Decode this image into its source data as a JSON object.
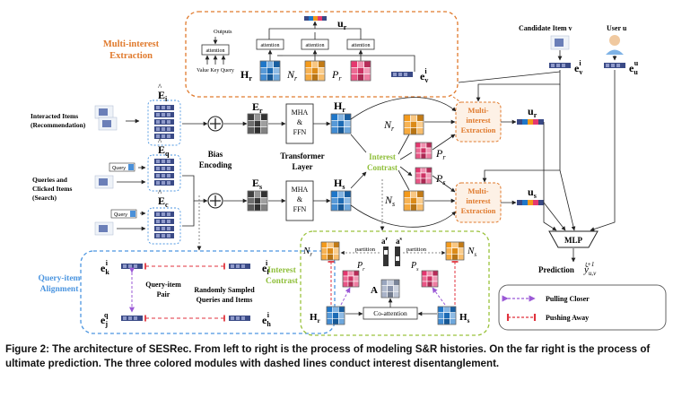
{
  "labels": {
    "multi_interest_extraction_title": [
      "Multi-interest",
      "Extraction"
    ],
    "outputs": "Outputs",
    "attention": "attention",
    "value_key_query": "Value Key Query",
    "u_r": "u",
    "H_r": "H",
    "N_r": "N",
    "P_r": "P",
    "e_v_i": "e",
    "candidate_item": "Candidate Item v",
    "user_u": "User u",
    "e_v_i_right": "e",
    "e_u_u": "e",
    "interacted_items": [
      "Interacted Items",
      "(Recommendation)"
    ],
    "queries_clicked": [
      "Queries and",
      "Clicked Items",
      "(Search)"
    ],
    "query_chip": "Query",
    "E_i": "E",
    "E_q": "E",
    "E_c": "E",
    "bias_encoding": [
      "Bias",
      "Encoding"
    ],
    "E_r": "E",
    "E_s": "E",
    "mha_ffn": [
      "MHA",
      "&",
      "FFN"
    ],
    "transformer_layer": [
      "Transformer",
      "Layer"
    ],
    "H_s": "H",
    "interest_contrast_mid": [
      "Interest",
      "Contrast"
    ],
    "N_s": "N",
    "P_s": "P",
    "multi_interest_box": [
      "Multi-",
      "interest",
      "Extraction"
    ],
    "u_s": "u",
    "mlp": "MLP",
    "prediction": "Prediction",
    "y_hat": "ŷ",
    "query_item_alignment": [
      "Query-item",
      "Alignment"
    ],
    "query_item_pair": [
      "Query-item",
      "Pair"
    ],
    "randomly_sampled": [
      "Randomly Sampled",
      "Queries and Items"
    ],
    "e_k_i": "e",
    "e_j_q": "e",
    "e_f_i": "e",
    "e_h_i": "e",
    "interest_contrast_bottom": [
      "Interest",
      "Contrast"
    ],
    "partition": "partition",
    "a_r": "a",
    "a_s": "a",
    "A": "A",
    "co_attention": "Co-attention",
    "pulling_closer": "Pulling Closer",
    "pushing_away": "Pushing Away"
  },
  "caption": "Figure 2: The architecture of SESRec. From left to right is the process of modeling S&R histories. On the far right is the process of ultimate prediction. The three colored modules with dashed lines conduct interest disentanglement.",
  "colors": {
    "blue": "#1f77c9",
    "orange": "#f49a1b",
    "pink": "#e5376f",
    "dark": "#3f3f3f",
    "navy": "#3a4a86",
    "orange_dash": "#e07a2d",
    "blue_dash": "#4b95e0",
    "green_dash": "#9ac23c",
    "green_text": "#8fbf3a",
    "purple_arrow": "#9b59d6",
    "red_arrow": "#e0323c"
  }
}
